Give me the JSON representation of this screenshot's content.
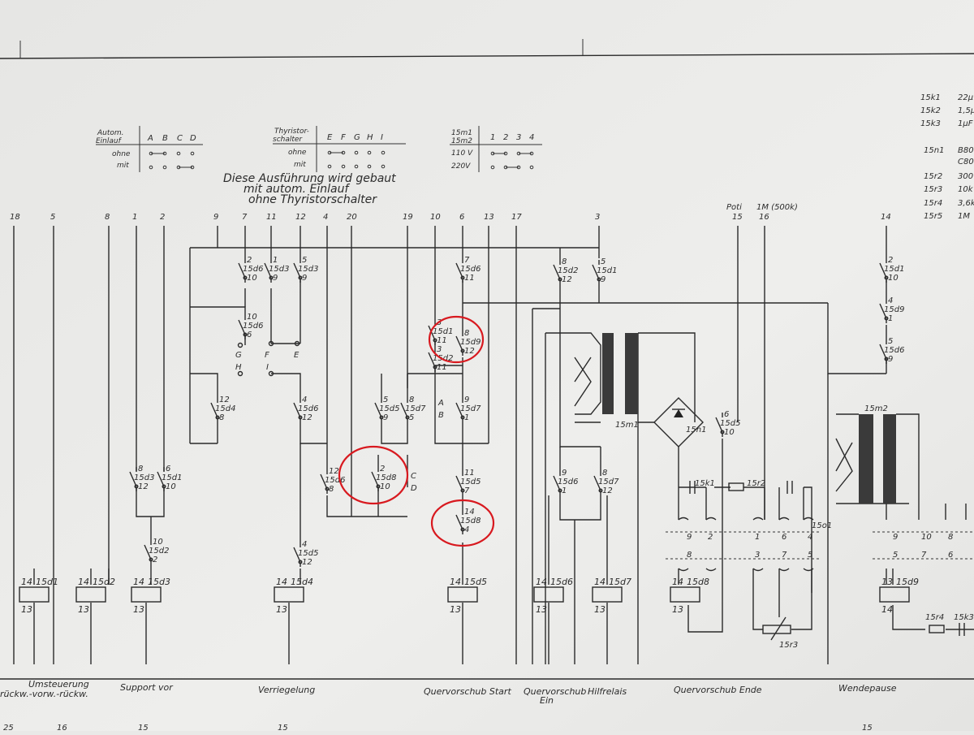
{
  "tables": {
    "autom": {
      "head1": "Autom.",
      "head2": "Einlauf",
      "cols": [
        "A",
        "B",
        "C",
        "D"
      ],
      "rows": [
        {
          "label": "ohne"
        },
        {
          "label": "mit"
        }
      ]
    },
    "thyr": {
      "head1": "Thyristor-",
      "head2": "schalter",
      "cols": [
        "E",
        "F",
        "G",
        "H",
        "I"
      ],
      "rows": [
        {
          "label": "ohne"
        },
        {
          "label": "mit"
        }
      ]
    },
    "volt": {
      "head1": "15m1",
      "head2": "15m2",
      "cols": [
        "1",
        "2",
        "3",
        "4"
      ],
      "rows": [
        {
          "label": "110 V"
        },
        {
          "label": "220V"
        }
      ]
    }
  },
  "note": {
    "line1": "Diese Ausführung wird gebaut",
    "line2": "mit autom. Einlauf",
    "line3": "ohne Thyristorschalter"
  },
  "terminals": [
    "18",
    "5",
    "8",
    "1",
    "2",
    "9",
    "7",
    "11",
    "12",
    "4",
    "20",
    "19",
    "10",
    "6",
    "13",
    "17",
    "3",
    "15",
    "16",
    "14"
  ],
  "poti": {
    "label": "Poti",
    "value": "1M (500k)"
  },
  "parts_list": [
    {
      "ref": "15k1",
      "val": "22µ"
    },
    {
      "ref": "15k2",
      "val": "1,5µ"
    },
    {
      "ref": "15k3",
      "val": "1µF"
    },
    {
      "ref": "15n1",
      "val": "B80"
    },
    {
      "ref": "",
      "val": "C80"
    },
    {
      "ref": "15r2",
      "val": "300"
    },
    {
      "ref": "15r3",
      "val": "10k"
    },
    {
      "ref": "15r4",
      "val": "3,6k"
    },
    {
      "ref": "15r5",
      "val": "1M"
    }
  ],
  "contacts": [
    {
      "a": "2",
      "n": "15d6",
      "b": "10"
    },
    {
      "a": "1",
      "n": "15d3",
      "b": "9"
    },
    {
      "a": "5",
      "n": "15d3",
      "b": "9"
    },
    {
      "a": "10",
      "n": "15d6",
      "b": "6"
    },
    {
      "a": "12",
      "n": "15d4",
      "b": "8"
    },
    {
      "a": "4",
      "n": "15d6",
      "b": "12"
    },
    {
      "a": "8",
      "n": "15d3",
      "b": "12"
    },
    {
      "a": "6",
      "n": "15d1",
      "b": "10"
    },
    {
      "a": "12",
      "n": "15d6",
      "b": "8"
    },
    {
      "a": "10",
      "n": "15d2",
      "b": "2"
    },
    {
      "a": "4",
      "n": "15d5",
      "b": "12"
    },
    {
      "a": "5",
      "n": "15d5",
      "b": "9"
    },
    {
      "a": "8",
      "n": "15d7",
      "b": "5"
    },
    {
      "a": "2",
      "n": "15d8",
      "b": "10"
    },
    {
      "a": "7",
      "n": "15d6",
      "b": "11"
    },
    {
      "a": "3",
      "n": "15d1",
      "b": "11"
    },
    {
      "a": "8",
      "n": "15d9",
      "b": "12"
    },
    {
      "a": "3",
      "n": "15d2",
      "b": "11"
    },
    {
      "a": "9",
      "n": "15d7",
      "b": "1"
    },
    {
      "a": "11",
      "n": "15d5",
      "b": "7"
    },
    {
      "a": "14",
      "n": "15d8",
      "b": "4"
    },
    {
      "a": "8",
      "n": "15d2",
      "b": "12"
    },
    {
      "a": "5",
      "n": "15d1",
      "b": "9"
    },
    {
      "a": "9",
      "n": "15d6",
      "b": "1"
    },
    {
      "a": "8",
      "n": "15d7",
      "b": "12"
    },
    {
      "a": "6",
      "n": "15d5",
      "b": "10"
    },
    {
      "a": "2",
      "n": "15d1",
      "b": "10"
    },
    {
      "a": "4",
      "n": "15d9",
      "b": "1"
    },
    {
      "a": "5",
      "n": "15d6",
      "b": "9"
    }
  ],
  "coils": [
    {
      "top": "14",
      "name": "15d1",
      "bottom": "13"
    },
    {
      "top": "14",
      "name": "15d2",
      "bottom": "13"
    },
    {
      "top": "14",
      "name": "15d3",
      "bottom": "13"
    },
    {
      "top": "14",
      "name": "15d4",
      "bottom": "13"
    },
    {
      "top": "14",
      "name": "15d5",
      "bottom": "13"
    },
    {
      "top": "14",
      "name": "15d6",
      "bottom": "13"
    },
    {
      "top": "14",
      "name": "15d7",
      "bottom": "13"
    },
    {
      "top": "14",
      "name": "15d8",
      "bottom": "13"
    },
    {
      "top": "13",
      "name": "15d9",
      "bottom": "14"
    }
  ],
  "components": {
    "trafo1": "15m1",
    "trafo2": "15m2",
    "bridge": "15n1",
    "k1": "15k1",
    "r2": "15r2",
    "r3": "15r3",
    "r4": "15r4",
    "k3": "15k3",
    "o1": "15o1"
  },
  "plug_labels": [
    "9",
    "2",
    "1",
    "6",
    "4",
    "8",
    "3",
    "7",
    "5"
  ],
  "plug_labels_right": [
    "9",
    "10",
    "8",
    "5",
    "7",
    "6"
  ],
  "letters": [
    "G",
    "F",
    "E",
    "H",
    "I",
    "A",
    "B",
    "C",
    "D"
  ],
  "sections": [
    {
      "line1": "Umsteuerung",
      "line2": "rückw.-vorw.-rückw."
    },
    {
      "line1": "Support vor",
      "line2": ""
    },
    {
      "line1": "Verriegelung",
      "line2": ""
    },
    {
      "line1": "Quervorschub Start",
      "line2": ""
    },
    {
      "line1": "Quervorschub",
      "line2": "Ein"
    },
    {
      "line1": "Hilfrelais",
      "line2": ""
    },
    {
      "line1": "Quervorschub Ende",
      "line2": ""
    },
    {
      "line1": "Wendepause",
      "line2": ""
    }
  ],
  "page_numbers": [
    "25",
    "16",
    "15",
    "15",
    "15"
  ],
  "colors": {
    "paper": "#ececea",
    "ink": "#2a2a2a",
    "highlight": "#d8191f"
  }
}
